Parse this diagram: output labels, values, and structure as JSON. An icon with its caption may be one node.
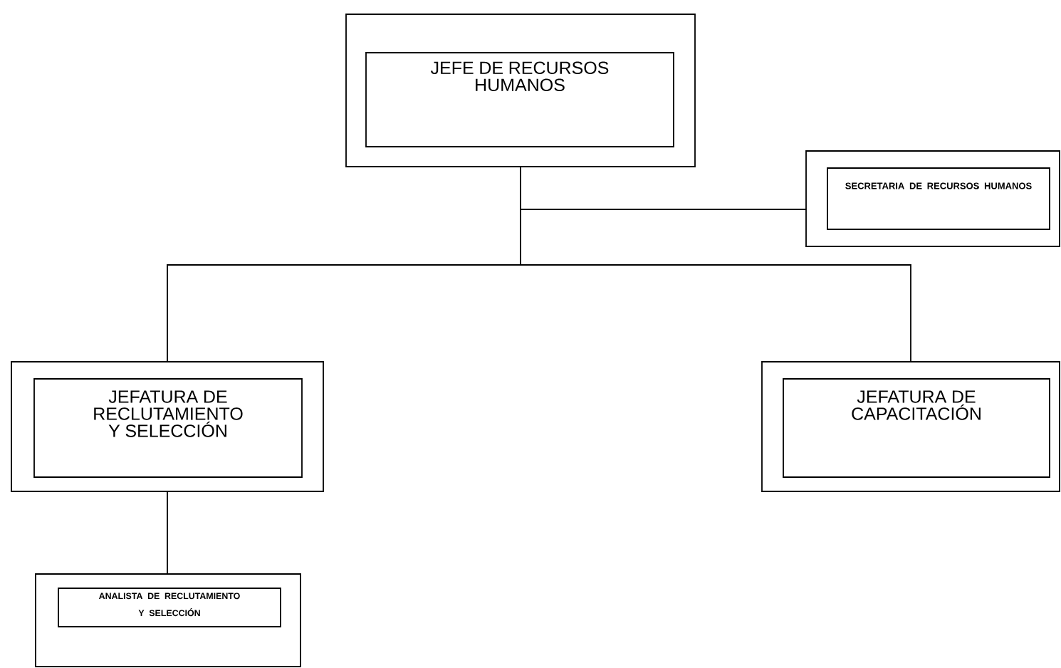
{
  "diagram": {
    "nodes": [
      {
        "text": [
          "JEFE DE RECURSOS HUMANOS"
        ]
      },
      {
        "text": [
          "SECRETARIA DE RECURSOS HUMANOS"
        ]
      },
      {
        "text": [
          "JEFATURA DE RECLUTAMIENTO Y SELECCIÓN"
        ]
      },
      {
        "text": [
          "JEFATURA DE CAPACITACIÓN"
        ]
      },
      {
        "text": [
          "ANALISTA DE RECLUTAMIENTO Y SELECCIÓN"
        ]
      }
    ],
    "edges": [
      {
        "from": 0,
        "to": 1,
        "arrow": "none"
      },
      {
        "from": 0,
        "to": 2,
        "arrow": "none"
      },
      {
        "from": 0,
        "to": 3,
        "arrow": "none"
      },
      {
        "from": 2,
        "to": 4,
        "arrow": "none"
      }
    ]
  }
}
